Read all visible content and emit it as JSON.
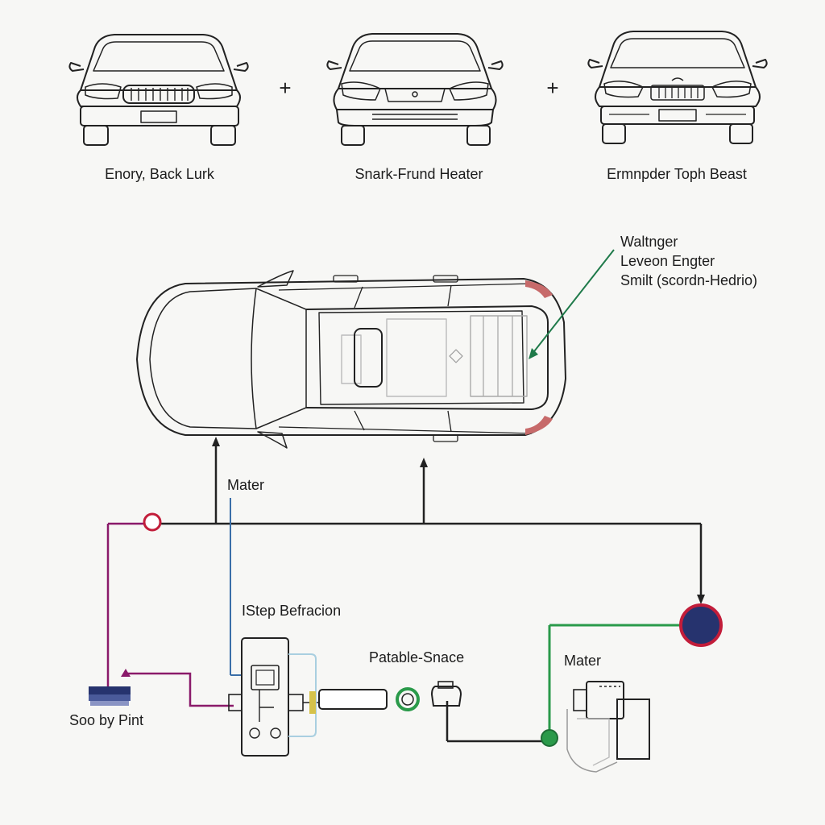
{
  "front_views": [
    {
      "label": "Enory, Back Lurk"
    },
    {
      "label": "Snark-Frund Heater"
    },
    {
      "label": "Ermnpder Toph Beast"
    }
  ],
  "plus_symbols": [
    "+",
    "+"
  ],
  "callout": {
    "lines": [
      "Waltnger",
      "Leveon Engter",
      "Smilt (scordn-Hedrio)"
    ]
  },
  "labels": {
    "mater_top": "Mater",
    "step": "IStep Befracion",
    "patable": "Patable-Snace",
    "mater_right": "Mater",
    "soo": "Soo by Pint"
  },
  "colors": {
    "line": "#222222",
    "callout_arrow": "#1f7a4a",
    "purple_wire": "#8a1a6a",
    "blue_wire": "#3a6ea8",
    "green_wire": "#2a9a4a",
    "ring_red": "#c21d3a",
    "node_navy": "#26336e",
    "light_blue": "#a9cfe0"
  }
}
